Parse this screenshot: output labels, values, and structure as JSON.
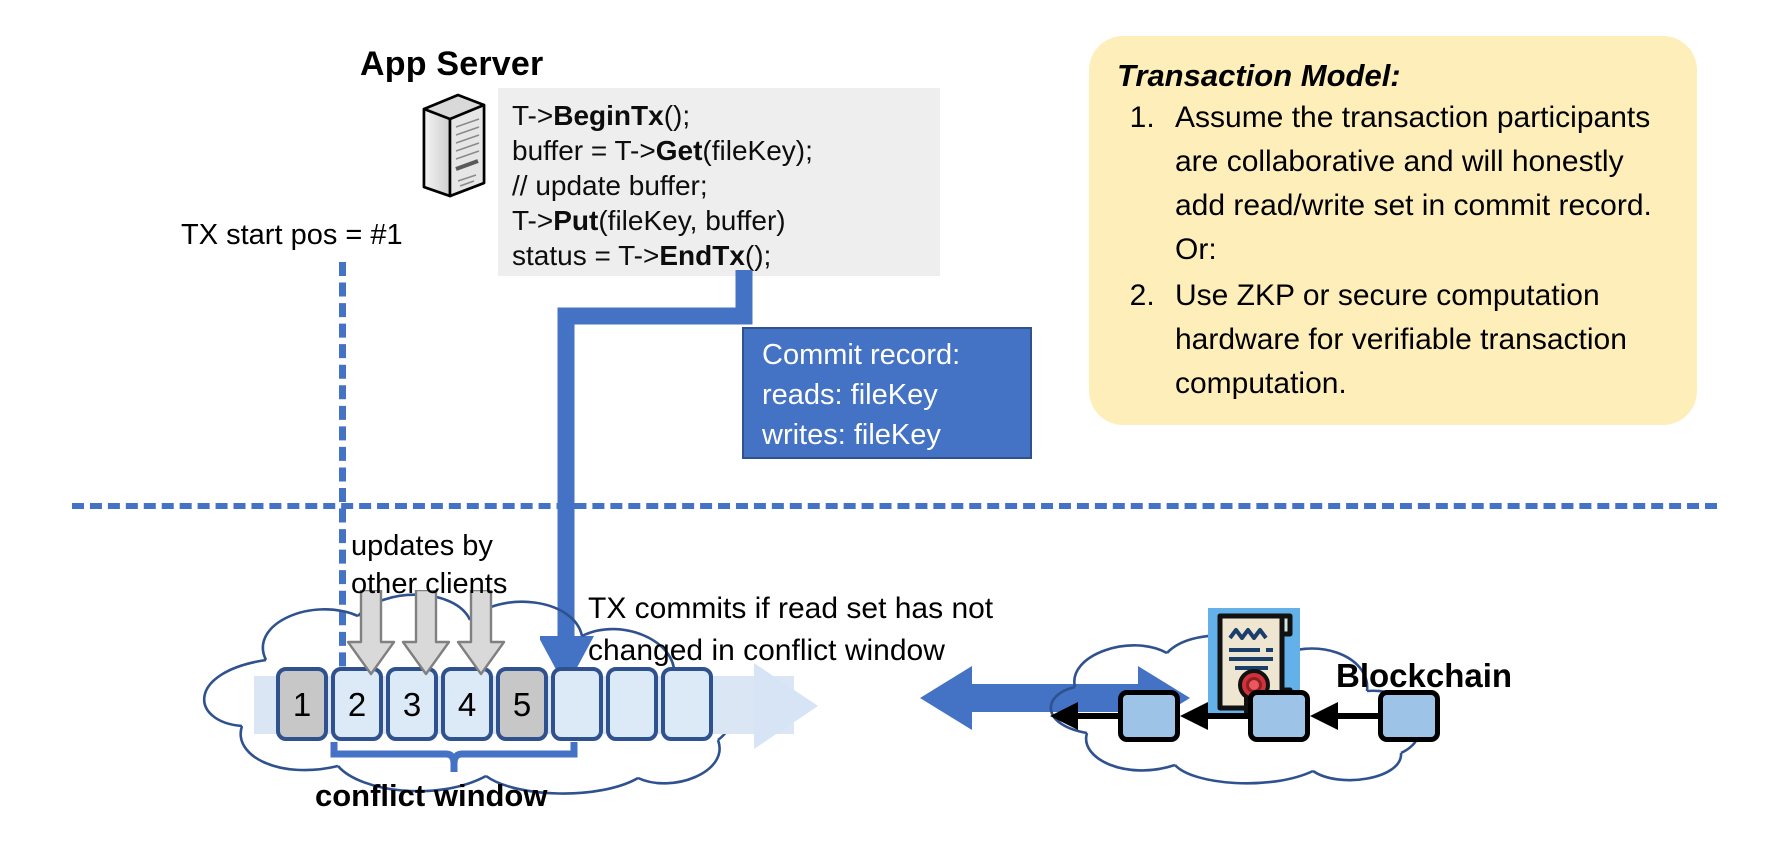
{
  "app_server": {
    "title": "App Server",
    "icon": "server-tower-icon",
    "code_lines": [
      [
        {
          "t": "T->",
          "b": false
        },
        {
          "t": "BeginTx",
          "b": true
        },
        {
          "t": "();",
          "b": false
        }
      ],
      [
        {
          "t": "buffer = T->",
          "b": false
        },
        {
          "t": "Get",
          "b": true
        },
        {
          "t": "(fileKey);",
          "b": false
        }
      ],
      [
        {
          "t": "// update buffer;",
          "b": false
        }
      ],
      [
        {
          "t": "T->",
          "b": false
        },
        {
          "t": "Put",
          "b": true
        },
        {
          "t": "(fileKey, buffer)",
          "b": false
        }
      ],
      [
        {
          "t": "status = T->",
          "b": false
        },
        {
          "t": "EndTx",
          "b": true
        },
        {
          "t": "();",
          "b": false
        }
      ]
    ]
  },
  "tx_start": {
    "label": "TX start pos = #1"
  },
  "commit_record": {
    "lines": [
      "Commit record:",
      "reads: fileKey",
      "writes: fileKey"
    ]
  },
  "transaction_model": {
    "title": "Transaction Model:",
    "items": [
      "Assume the transaction participants are collaborative and will honestly add read/write set in commit record.  Or:",
      "Use ZKP or secure computation hardware for verifiable transaction computation."
    ]
  },
  "ledger": {
    "updates_label_lines": [
      "updates by",
      "other clients"
    ],
    "tx_commits_label_lines": [
      "TX commits if read set has not",
      "changed in conflict window"
    ],
    "conflict_window_label": "conflict window",
    "cells": [
      {
        "label": "1",
        "state": "filled"
      },
      {
        "label": "2",
        "state": "empty"
      },
      {
        "label": "3",
        "state": "empty"
      },
      {
        "label": "4",
        "state": "empty"
      },
      {
        "label": "5",
        "state": "filled"
      },
      {
        "label": "",
        "state": "empty"
      },
      {
        "label": "",
        "state": "empty"
      },
      {
        "label": "",
        "state": "empty"
      }
    ]
  },
  "blockchain": {
    "label": "Blockchain",
    "cert_icon": "certificate-seal-icon",
    "block_count": 3
  },
  "colors": {
    "accent_blue": "#4472c4",
    "accent_blue_dark": "#2f528f",
    "callout_yellow": "#fdeeba",
    "code_bg": "#eeeeee",
    "cell_fill_gray": "#c7c7c7",
    "cell_fill_blue": "#dce9f7",
    "seal_red": "#cf3339",
    "block_blue": "#9dc3e6"
  }
}
